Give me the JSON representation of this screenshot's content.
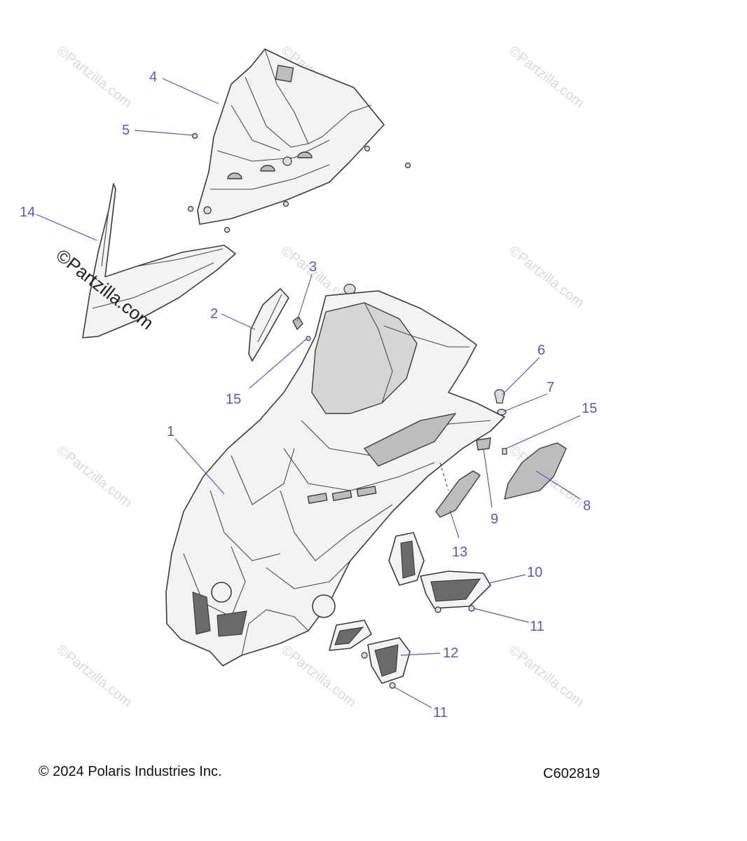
{
  "callouts": [
    {
      "label": "1"
    },
    {
      "label": "2"
    },
    {
      "label": "3"
    },
    {
      "label": "4"
    },
    {
      "label": "5"
    },
    {
      "label": "6"
    },
    {
      "label": "7"
    },
    {
      "label": "8"
    },
    {
      "label": "9"
    },
    {
      "label": "10"
    },
    {
      "label": "11"
    },
    {
      "label": "11"
    },
    {
      "label": "12"
    },
    {
      "label": "13"
    },
    {
      "label": "14"
    },
    {
      "label": "15"
    },
    {
      "label": "15"
    }
  ],
  "watermark": {
    "small_text": "©Partzilla.com",
    "large_text": "©Partzilla.com"
  },
  "footer": {
    "copyright": "© 2024 Polaris Industries Inc.",
    "diagram_code": "C602819"
  },
  "colors": {
    "callout": "#5757c9",
    "line_art": "#3b3b3b",
    "watermark": "#d9d9d9"
  }
}
